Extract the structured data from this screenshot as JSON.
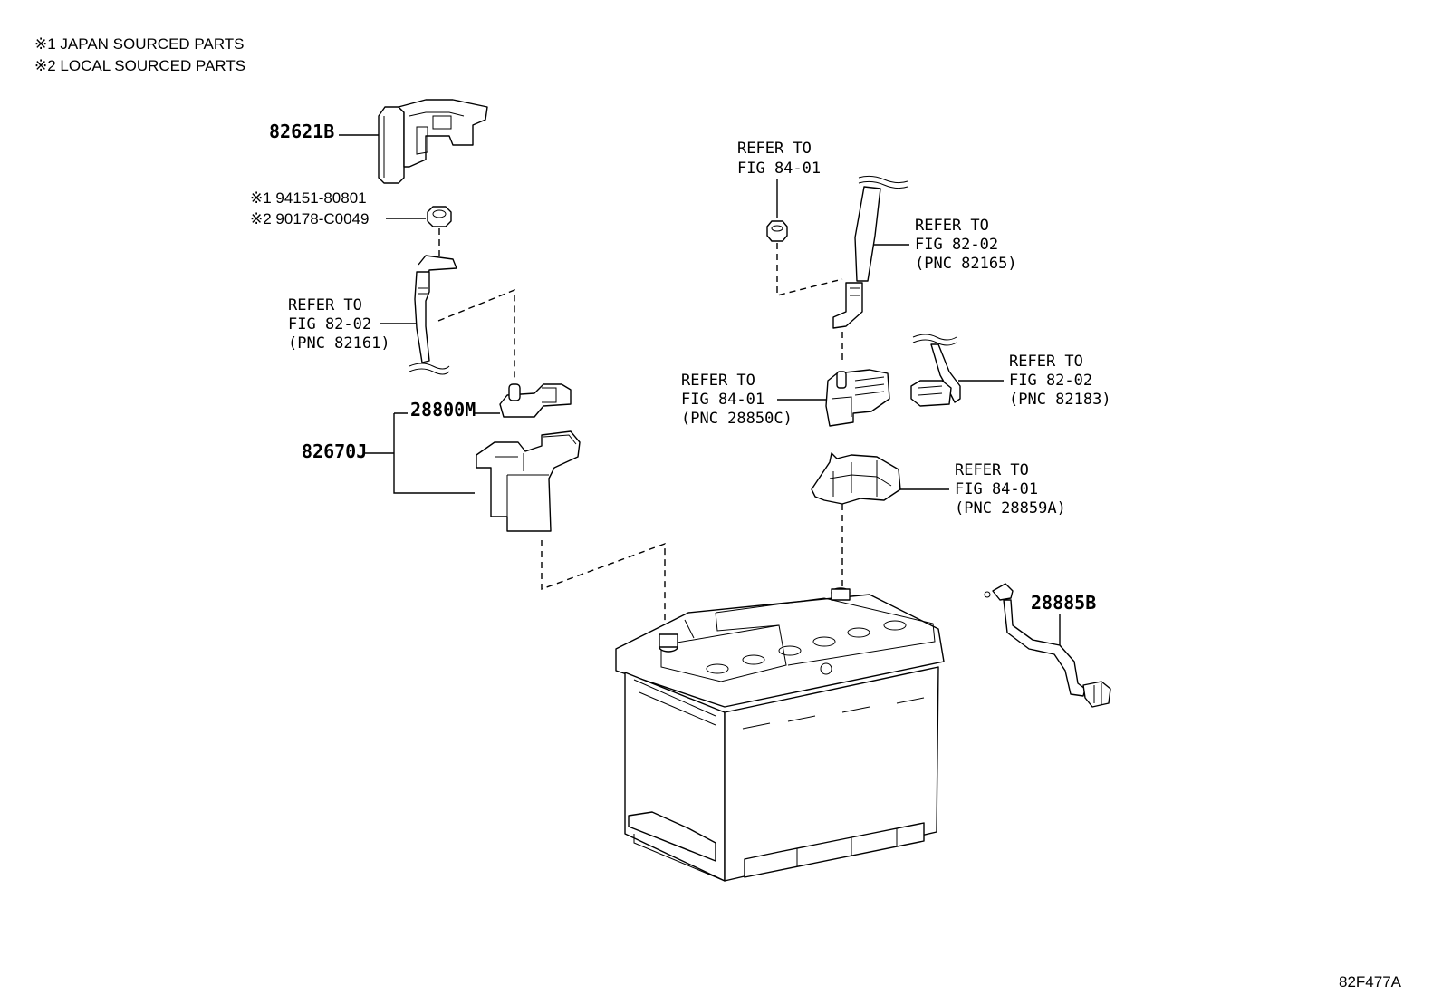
{
  "notes": [
    "※1 JAPAN SOURCED PARTS",
    "※2 LOCAL SOURCED PARTS"
  ],
  "diagram_code": "82F477A",
  "parts": {
    "p82621b": "82621B",
    "nut_japan": "※1 94151-80801",
    "nut_local": "※2 90178-C0049",
    "p28800m": "28800M",
    "p82670j": "82670J",
    "p28885b": "28885B"
  },
  "refs": {
    "ref_82161": [
      "REFER TO",
      "FIG 82-02",
      "(PNC 82161)"
    ],
    "ref_84_01_top": [
      "REFER TO",
      "FIG 84-01"
    ],
    "ref_82165": [
      "REFER TO",
      "FIG 82-02",
      "(PNC 82165)"
    ],
    "ref_28850c": [
      "REFER TO",
      "FIG 84-01",
      "(PNC 28850C)"
    ],
    "ref_82183": [
      "REFER TO",
      "FIG 82-02",
      "(PNC 82183)"
    ],
    "ref_28859a": [
      "REFER TO",
      "FIG 84-01",
      "(PNC 28859A)"
    ]
  }
}
